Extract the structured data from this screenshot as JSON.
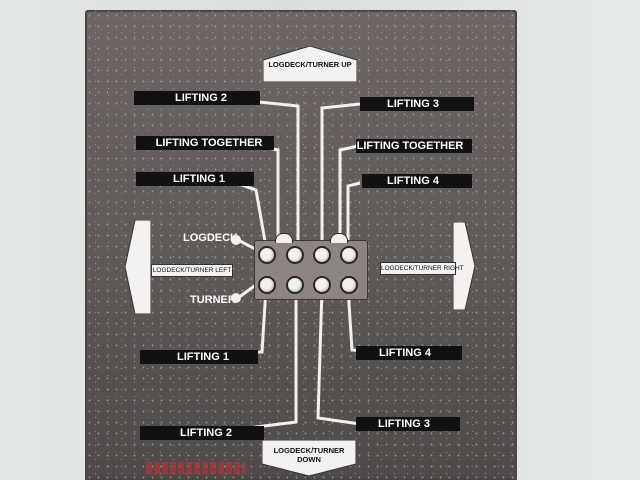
{
  "panel": {
    "top_label": "LOGDECK/TURNER UP",
    "bottom_label": "LOGDECK/TURNER DOWN",
    "left_label": "LOGDECK/TURNER LEFT",
    "right_label": "LOGDECK/TURNER RIGHT",
    "logdeck_label": "LOGDECK",
    "turner_label": "TURNER",
    "left_labels": [
      "LIFTING 2",
      "LIFTING TOGETHER",
      "LIFTING 1",
      "LIFTING 1",
      "LIFTING 2"
    ],
    "right_labels": [
      "LIFTING 3",
      "LIFTING TOGETHER",
      "LIFTING 4",
      "LIFTING 4",
      "LIFTING 3"
    ],
    "colors": {
      "panel": "#5e5857",
      "label_bg": "#111111",
      "label_text": "#ffffff",
      "knob": "#f2f1ef"
    }
  }
}
